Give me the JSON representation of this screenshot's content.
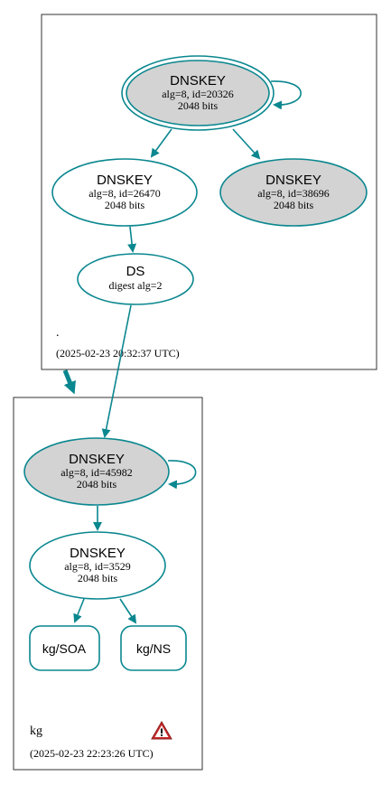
{
  "colors": {
    "edge": "#0a878f",
    "ksk_fill": "#d3d3d3",
    "zsk_fill": "#ffffff",
    "zone_border": "#333333",
    "warning_red": "#cc2a2a"
  },
  "root_zone": {
    "name": ".",
    "timestamp": "(2025-02-23 20:32:37 UTC)",
    "nodes": {
      "ksk": {
        "title": "DNSKEY",
        "line1": "alg=8, id=20326",
        "line2": "2048 bits"
      },
      "zsk": {
        "title": "DNSKEY",
        "line1": "alg=8, id=26470",
        "line2": "2048 bits"
      },
      "standby": {
        "title": "DNSKEY",
        "line1": "alg=8, id=38696",
        "line2": "2048 bits"
      },
      "ds": {
        "title": "DS",
        "line1": "digest alg=2"
      }
    }
  },
  "kg_zone": {
    "name": "kg",
    "timestamp": "(2025-02-23 22:23:26 UTC)",
    "warning_icon": "warning-triangle-icon",
    "nodes": {
      "ksk": {
        "title": "DNSKEY",
        "line1": "alg=8, id=45982",
        "line2": "2048 bits"
      },
      "zsk": {
        "title": "DNSKEY",
        "line1": "alg=8, id=3529",
        "line2": "2048 bits"
      },
      "soa": {
        "label": "kg/SOA"
      },
      "ns": {
        "label": "kg/NS"
      }
    }
  }
}
